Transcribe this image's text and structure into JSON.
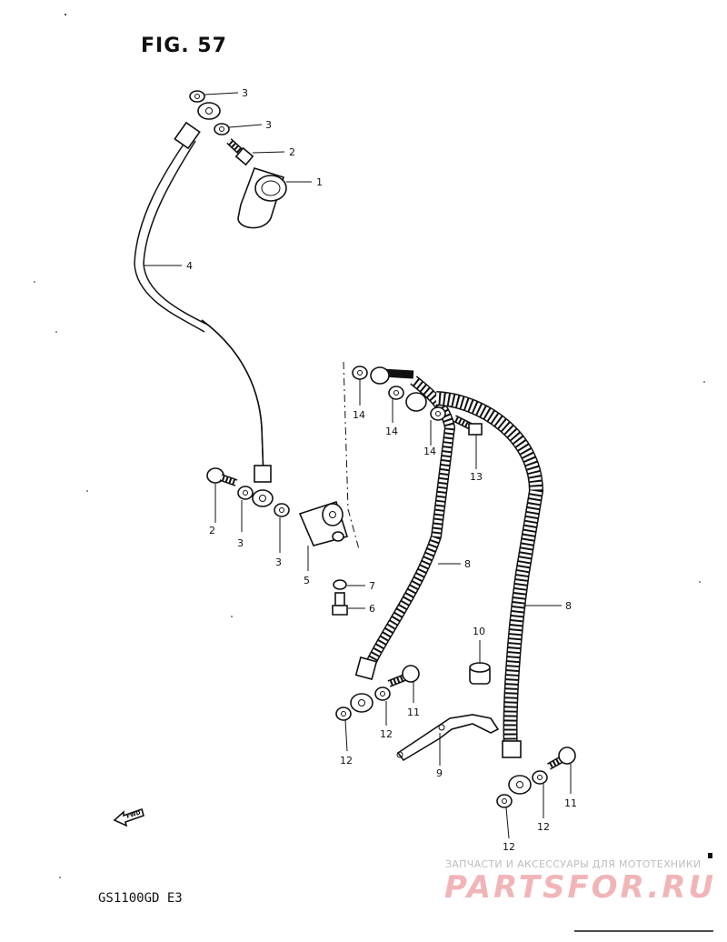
{
  "title": "FIG. 57",
  "model": "GS1100GD E3",
  "fwd_label": "FWD",
  "watermark": {
    "tagline": "ЗАПЧАСТИ И АКСЕССУАРЫ ДЛЯ МОТОТЕХНИКИ",
    "logo": "PARTSFOR.RU"
  },
  "callouts": {
    "c1": "1",
    "c2a": "2",
    "c2b": "2",
    "c3a": "3",
    "c3b": "3",
    "c3c": "3",
    "c3d": "3",
    "c4": "4",
    "c5": "5",
    "c6": "6",
    "c7": "7",
    "c8a": "8",
    "c8b": "8",
    "c9": "9",
    "c10": "10",
    "c11a": "11",
    "c11b": "11",
    "c12a": "12",
    "c12b": "12",
    "c12c": "12",
    "c12d": "12",
    "c13": "13",
    "c14a": "14",
    "c14b": "14",
    "c14c": "14"
  }
}
